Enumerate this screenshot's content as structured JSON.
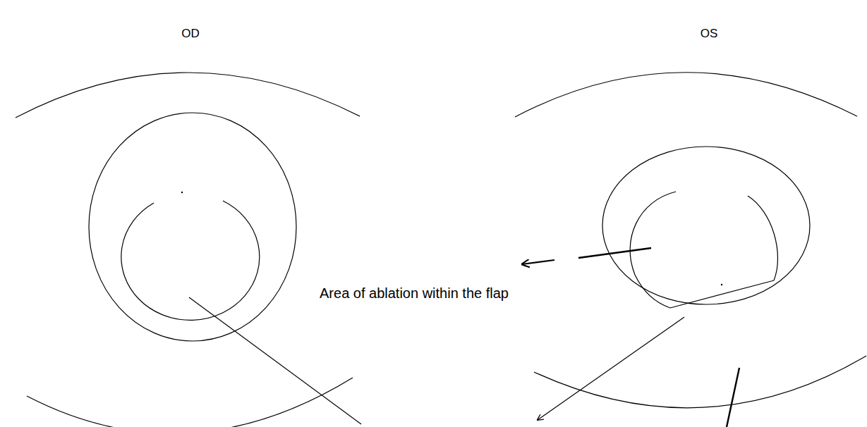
{
  "diagram": {
    "labels": [
      "OD",
      "OS",
      "Area of ablation within the flap"
    ]
  }
}
